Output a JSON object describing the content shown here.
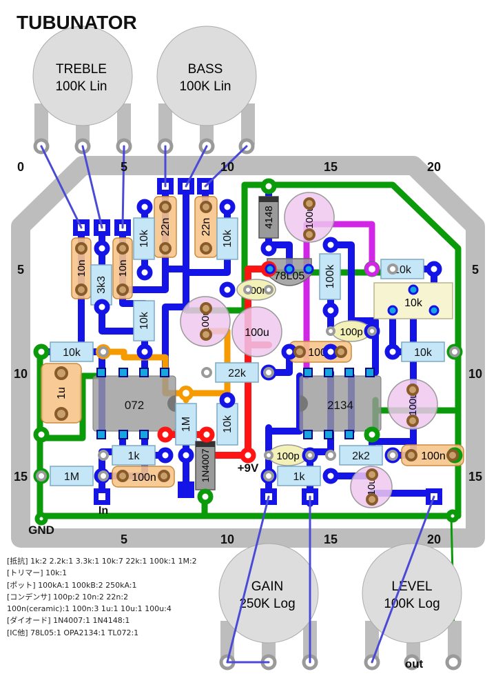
{
  "title": "TUBUNATOR",
  "pots": {
    "treble": {
      "name": "TREBLE",
      "value": "100K Lin"
    },
    "bass": {
      "name": "BASS",
      "value": "100K Lin"
    },
    "gain": {
      "name": "GAIN",
      "value": "250K Log"
    },
    "level": {
      "name": "LEVEL",
      "value": "100K Log"
    }
  },
  "grid_labels": {
    "top": [
      "0",
      "5",
      "10",
      "15",
      "20"
    ],
    "bottom": [
      "5",
      "10",
      "15",
      "20"
    ],
    "left": [
      "5",
      "10",
      "15"
    ],
    "right": [
      "5",
      "10",
      "15"
    ]
  },
  "labels": {
    "gnd": "GND",
    "in": "In",
    "out": "out",
    "v9": "+9V"
  },
  "components": {
    "r_10k_1": "10k",
    "r_10k_2": "10k",
    "r_10k_3": "10k",
    "r_10k_4": "10k",
    "r_10k_5": "10k",
    "r_10k_6": "10k",
    "r_10k_7": "10k",
    "r_3k3": "3k3",
    "r_22k": "22k",
    "r_100k": "100k",
    "r_1k_1": "1k",
    "r_1k_2": "1k",
    "r_1m_1": "1M",
    "r_1m_2": "1M",
    "r_2k2": "2k2",
    "trim_10k": "10k",
    "c_10n_1": "10n",
    "c_10n_2": "10n",
    "c_22n_1": "22n",
    "c_22n_2": "22n",
    "c_100n_blue": "100n",
    "c_100n_1": "100n",
    "c_100n_2": "100n",
    "c_100n_3": "100n",
    "c_100p_1": "100p",
    "c_100p_2": "100p",
    "c_1u": "1u",
    "c_100u_1": "100u",
    "c_100u_2": "100u",
    "c_100u_3": "100u",
    "c_100u_4": "100u",
    "c_10u": "10u",
    "d_4148": "4148",
    "d_1n4007": "1N4007",
    "reg": "78L05",
    "ic_072": "072",
    "ic_2134": "2134"
  },
  "parts_list": [
    "[抵抗]   1k:2   2.2k:1   3.3k:1   10k:7   22k:1   100k:1   1M:2",
    "[トリマー]   10k:1",
    "[ポット]   100kA:1   100kB:2   250kA:1",
    "[コンデンサ]   100p:2   10n:2   22n:2",
    "100n(ceramic):1   100n:3   1u:1   10u:1   100u:4",
    "[ダイオード]   1N4007:1   1N4148:1",
    "[IC他]   78L05:1   OPA2134:1   TL072:1"
  ],
  "colors": {
    "ground": "#0a9a0a",
    "signal": "#1414e6",
    "power": "#ff1414",
    "vref": "#f59a00",
    "pink": "#d226e6",
    "board": "#bdbdbd"
  }
}
